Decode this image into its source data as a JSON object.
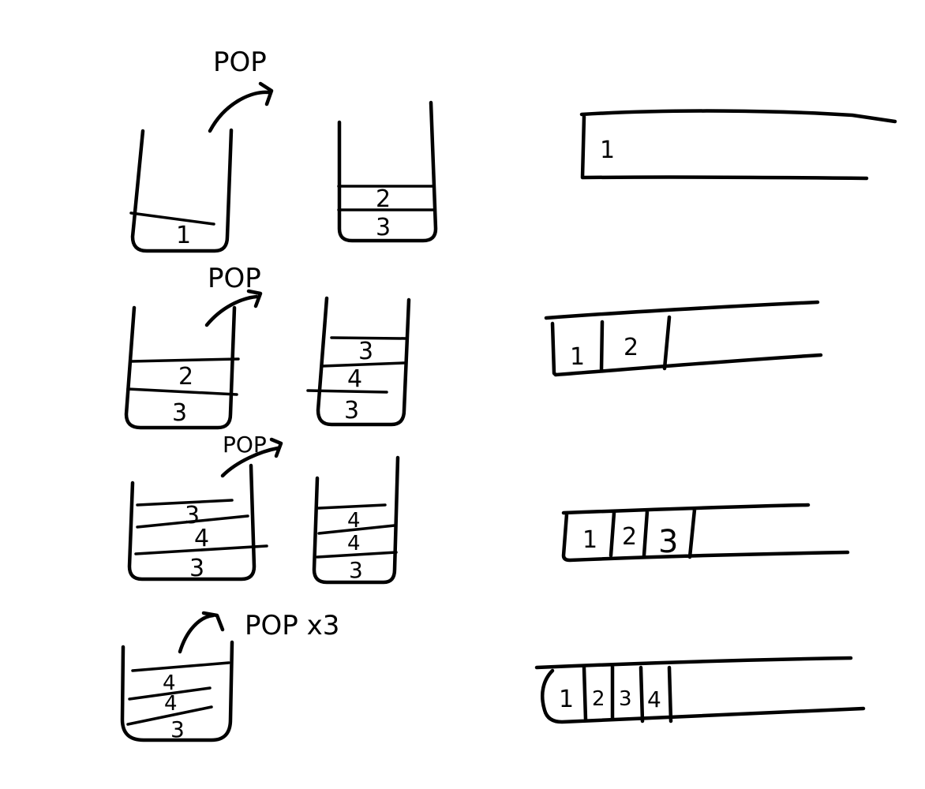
{
  "annotations": {
    "pop_1": "POP",
    "pop_2": "POP",
    "pop_3": "POP",
    "pop_4": "POP x3"
  },
  "stacks": {
    "row1_left": [
      "1"
    ],
    "row1_right": [
      "2",
      "3"
    ],
    "row2_left": [
      "2",
      "3"
    ],
    "row2_right": [
      "3",
      "4",
      "3"
    ],
    "row3_left": [
      "3",
      "4",
      "3"
    ],
    "row3_right": [
      "4",
      "4",
      "3"
    ],
    "row4_left": [
      "4",
      "4",
      "3"
    ]
  },
  "arrays": {
    "row1": [
      "1"
    ],
    "row2": [
      "1",
      "2"
    ],
    "row3": [
      "1",
      "2",
      "3"
    ],
    "row4": [
      "1",
      "2",
      "3",
      "4"
    ]
  }
}
